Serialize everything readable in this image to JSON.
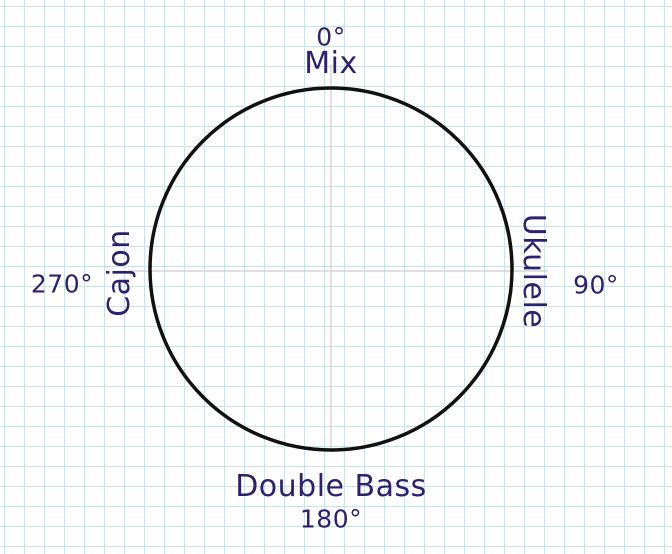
{
  "diagram": {
    "center_label": "",
    "labels": {
      "top": {
        "name": "Mix",
        "degrees": "0°"
      },
      "right": {
        "name": "Ukulele",
        "degrees": "90°"
      },
      "bottom": {
        "name": "Double Bass",
        "degrees": "180°"
      },
      "left": {
        "name": "Cajon",
        "degrees": "270°"
      }
    },
    "colors": {
      "grid": "#c3e6ea",
      "circle": "#111111",
      "axis": "#cfcfcf",
      "text": "#2e2070"
    }
  }
}
